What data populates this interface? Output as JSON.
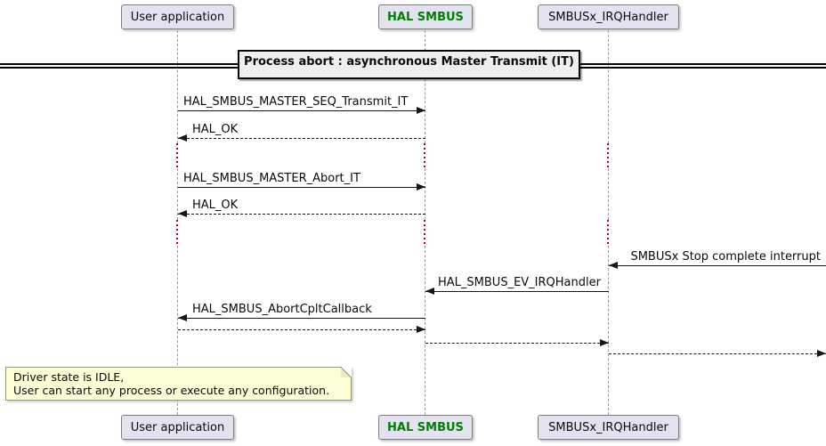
{
  "diagram": {
    "type": "uml-sequence-diagram",
    "participants": [
      {
        "name": "User application"
      },
      {
        "name": "HAL SMBUS"
      },
      {
        "name": "SMBUSx_IRQHandler"
      }
    ],
    "divider_title": "Process abort : asynchronous Master Transmit (IT)",
    "messages": [
      {
        "label": "HAL_SMBUS_MASTER_SEQ_Transmit_IT",
        "from": "User application",
        "to": "HAL SMBUS",
        "line": "solid"
      },
      {
        "label": "HAL_OK",
        "from": "HAL SMBUS",
        "to": "User application",
        "line": "dashed"
      },
      {
        "label": "HAL_SMBUS_MASTER_Abort_IT",
        "from": "User application",
        "to": "HAL SMBUS",
        "line": "solid"
      },
      {
        "label": "HAL_OK",
        "from": "HAL SMBUS",
        "to": "User application",
        "line": "dashed"
      },
      {
        "label": "SMBUSx Stop complete interrupt",
        "from": "right-edge",
        "to": "SMBUSx_IRQHandler",
        "line": "solid"
      },
      {
        "label": "HAL_SMBUS_EV_IRQHandler",
        "from": "SMBUSx_IRQHandler",
        "to": "HAL SMBUS",
        "line": "solid"
      },
      {
        "label": "HAL_SMBUS_AbortCpltCallback",
        "from": "HAL SMBUS",
        "to": "User application",
        "line": "solid"
      },
      {
        "label": "",
        "from": "User application",
        "to": "HAL SMBUS",
        "line": "dashed"
      },
      {
        "label": "",
        "from": "HAL SMBUS",
        "to": "SMBUSx_IRQHandler",
        "line": "dashed"
      },
      {
        "label": "",
        "from": "SMBUSx_IRQHandler",
        "to": "right-edge",
        "line": "dashed"
      }
    ],
    "delays": [
      {
        "description": "delay after first HAL_OK"
      },
      {
        "description": "delay after second HAL_OK"
      }
    ],
    "note": {
      "line1": "Driver state is IDLE,",
      "line2": "User can start any process or execute any configuration."
    },
    "colors": {
      "participant_bg": "#E2E2F0",
      "participant_border": "#7D7D7D",
      "hal_smbus_text": "#008000",
      "divider_bg": "#EEEEEE",
      "note_bg": "#FDFDD6",
      "note_border": "#9A9A72",
      "lifeline": "#9A9A9A",
      "delay_dots": "#A80036",
      "arrow": "#161616"
    }
  }
}
